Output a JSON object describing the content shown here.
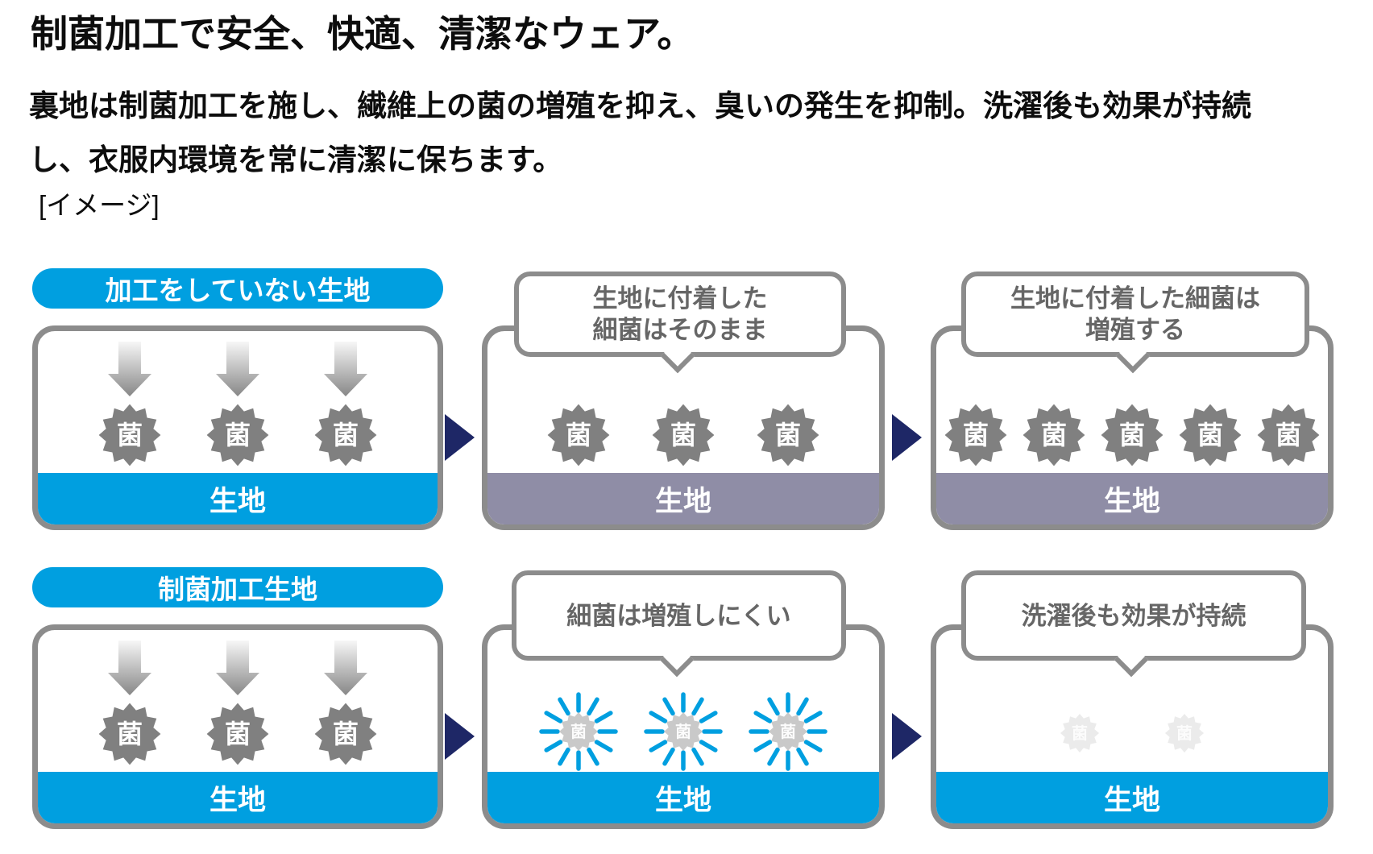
{
  "title": "制菌加工で安全、快適、清潔なウェア。",
  "intro": {
    "line1": "裏地は制菌加工を施し、繊維上の菌の増殖を抑え、臭いの発生を抑制。洗濯後も効果が持続",
    "line2": "し、衣服内環境を常に清潔に保ちます。"
  },
  "caption": "[イメージ]",
  "germ_char": "菌",
  "colors": {
    "blue": "#009FE0",
    "purple": "#8F8DA6",
    "navy": "#1E2766",
    "germ-gray": "#808080",
    "germ-faded": "#C9C9C9",
    "germ-faint": "#EBEBEB",
    "border-gray": "#8C8C8C",
    "bubble-text": "#666666"
  },
  "diagram": {
    "row1": {
      "col1": {
        "label": "加工をしていない生地",
        "bar": "生地"
      },
      "col2": {
        "bubble_line1": "生地に付着した",
        "bubble_line2": "細菌はそのまま",
        "bar": "生地"
      },
      "col3": {
        "bubble_line1": "生地に付着した細菌は",
        "bubble_line2": "増殖する",
        "bar": "生地"
      }
    },
    "row2": {
      "col1": {
        "label": "制菌加工生地",
        "bar": "生地"
      },
      "col2": {
        "bubble_line1": "細菌は増殖しにくい",
        "bar": "生地"
      },
      "col3": {
        "bubble_line1": "洗濯後も効果が持続",
        "bar": "生地"
      }
    }
  },
  "bacteria": {
    "r1c1": {
      "count": 3,
      "type": "solid"
    },
    "r1c2": {
      "count": 3,
      "type": "solid"
    },
    "r1c3": {
      "count": 5,
      "type": "solid"
    },
    "r2c1": {
      "count": 3,
      "type": "solid"
    },
    "r2c2": {
      "count": 3,
      "type": "sparkle"
    },
    "r2c3": {
      "count": 2,
      "type": "faint"
    }
  }
}
